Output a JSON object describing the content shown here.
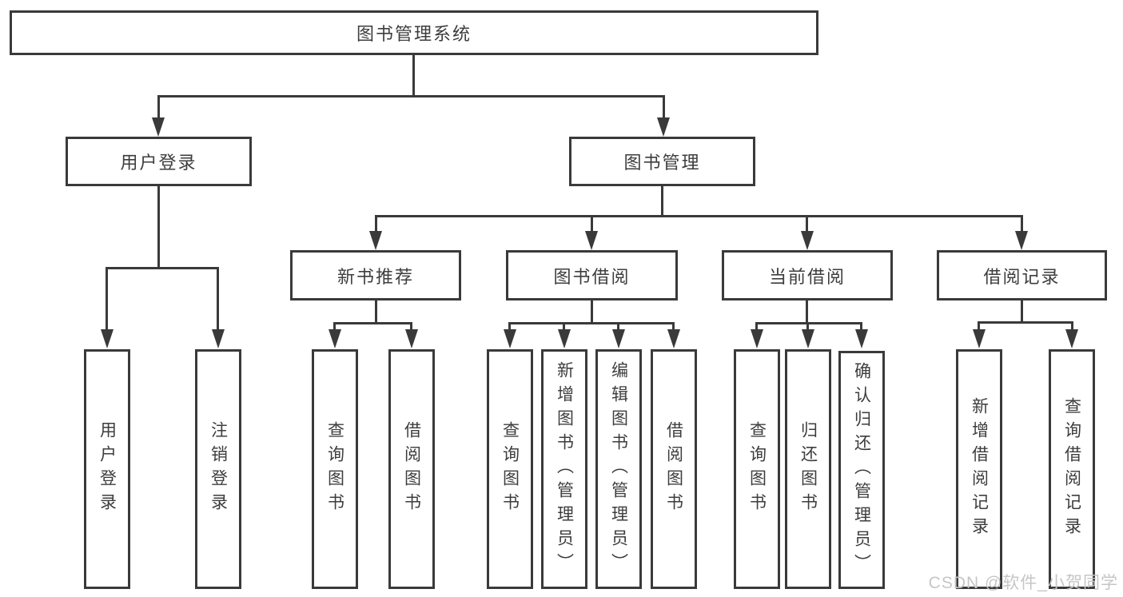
{
  "diagram_title": "图书管理系统",
  "nodes": {
    "root": "图书管理系统",
    "level2": [
      {
        "label": "用户登录",
        "parent": "图书管理系统"
      },
      {
        "label": "图书管理",
        "parent": "图书管理系统"
      }
    ],
    "level3": [
      {
        "label": "新书推荐",
        "parent": "图书管理"
      },
      {
        "label": "图书借阅",
        "parent": "图书管理"
      },
      {
        "label": "当前借阅",
        "parent": "图书管理"
      },
      {
        "label": "借阅记录",
        "parent": "图书管理"
      }
    ],
    "leaves": [
      {
        "label": "用户登录",
        "parent": "用户登录"
      },
      {
        "label": "注销登录",
        "parent": "用户登录"
      },
      {
        "label": "查询图书",
        "parent": "新书推荐"
      },
      {
        "label": "借阅图书",
        "parent": "新书推荐"
      },
      {
        "label": "查询图书",
        "parent": "图书借阅"
      },
      {
        "label": "新增图书（管理员）",
        "parent": "图书借阅"
      },
      {
        "label": "编辑图书（管理员）",
        "parent": "图书借阅"
      },
      {
        "label": "借阅图书",
        "parent": "图书借阅"
      },
      {
        "label": "查询图书",
        "parent": "当前借阅"
      },
      {
        "label": "归还图书",
        "parent": "当前借阅"
      },
      {
        "label": "确认归还（管理员）",
        "parent": "当前借阅"
      },
      {
        "label": "新增借阅记录",
        "parent": "借阅记录"
      },
      {
        "label": "查询借阅记录",
        "parent": "借阅记录"
      }
    ]
  },
  "watermark": {
    "text": "CSDN @软件_小贺同学",
    "color": "#c6c6c6"
  },
  "colors": {
    "line": "#3a3a3a",
    "text": "#3d3d3d",
    "background": "#ffffff"
  }
}
